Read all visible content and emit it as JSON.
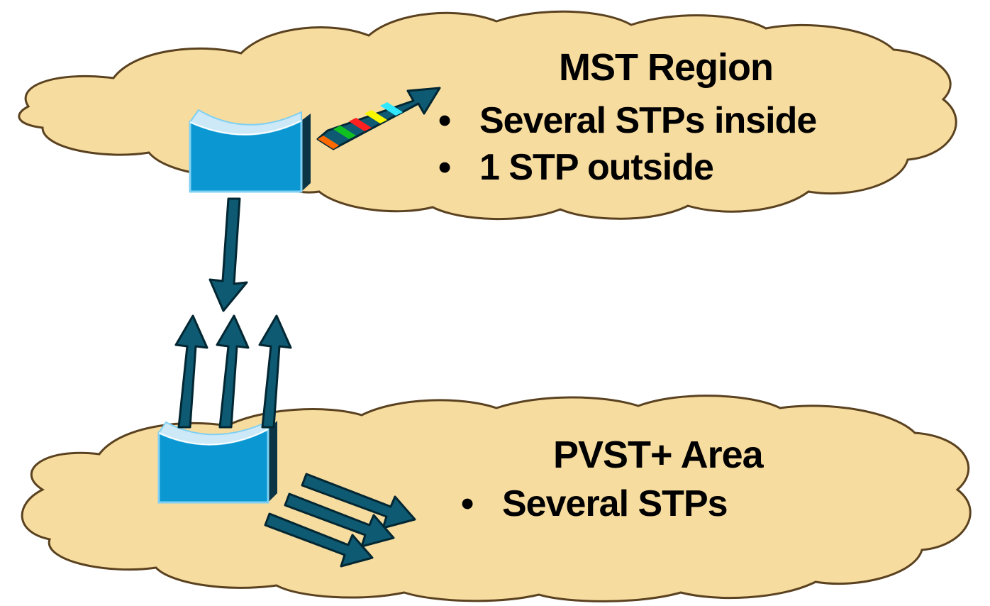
{
  "colors": {
    "cloud_fill": "#f7dc9f",
    "cloud_outline": "#5a4220",
    "switch_face": "#0a97d2",
    "switch_top": "#cde9f8",
    "switch_edge": "#7fd0f3",
    "switch_side": "#0b3445",
    "arrow": "#0e5a72",
    "arrow_outline": "#022733",
    "vlan_stripes": [
      "#ff6a00",
      "#10c020",
      "#ff2020",
      "#f7f700",
      "#30e8ff"
    ]
  },
  "mst_region": {
    "title": "MST Region",
    "bullets": [
      "Several STPs inside",
      "1 STP outside"
    ],
    "bullet_glyph": "•"
  },
  "pvst_area": {
    "title": "PVST+ Area",
    "bullets": [
      "Several STPs"
    ],
    "bullet_glyph": "•"
  },
  "icons": {
    "top_switch": "switch-icon",
    "bottom_switch": "switch-icon",
    "multi_vlan_arrow": "multi-vlan-trunk-arrow-icon",
    "down_arrow": "single-stp-arrow-icon",
    "up_arrows": "pvst-stp-arrows-icon",
    "right_arrows": "pvst-stp-arrows-icon"
  }
}
